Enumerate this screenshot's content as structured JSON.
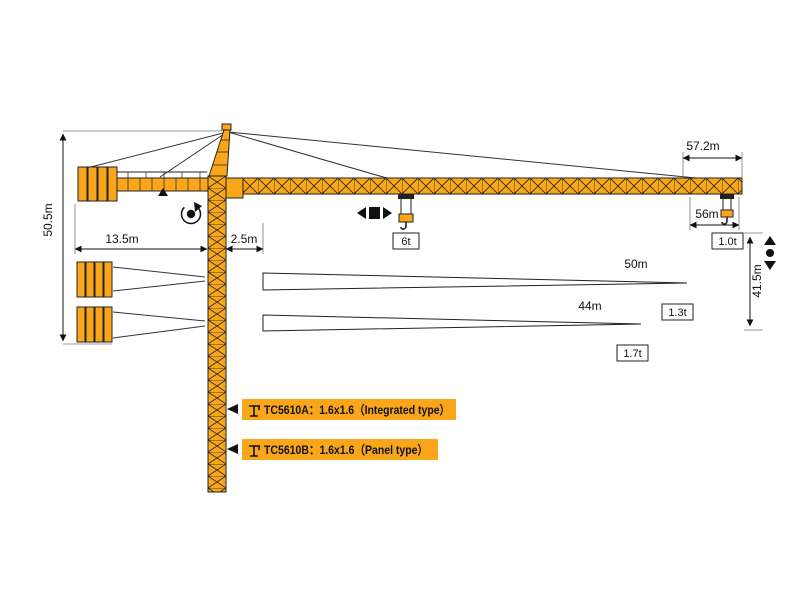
{
  "diagram": {
    "colors": {
      "crane_orange": "#F9A61A",
      "outline": "#222222",
      "label_background": "#F9A61A"
    },
    "dimensions": {
      "top_right_span": "57.2m",
      "jib_length_56": "56m",
      "tower_height": "50.5m",
      "counter_jib_length": "13.5m",
      "rear_offset": "2.5m",
      "hook_height": "41.5m",
      "jib_length_50": "50m",
      "jib_length_44": "44m"
    },
    "capacities": {
      "hook_mid": "6t",
      "tip_56m": "1.0t",
      "tip_50m": "1.3t",
      "tip_44m": "1.7t"
    },
    "models": {
      "integrated": "TC5610A：1.6x1.6（Integrated type）",
      "panel": "TC5610B：1.6x1.6（Panel type）"
    },
    "icons": {
      "slewing": "rotation-arrows-around-dot",
      "trolley_travel": "left-right-arrows-square",
      "hoisting": "up-down-arrows-dot",
      "model_marker": "mini-crane",
      "pointer": "left-triangle-arrow"
    }
  }
}
